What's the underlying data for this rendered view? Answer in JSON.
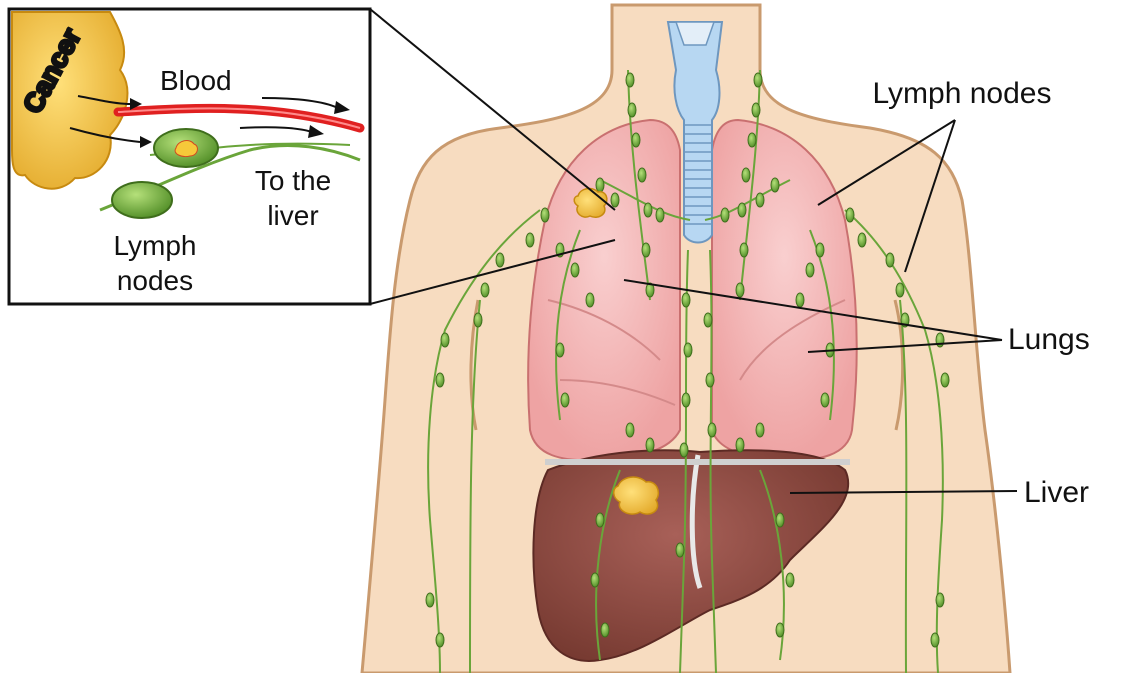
{
  "inset": {
    "cancer": "Cancer",
    "blood": "Blood",
    "to_the_liver_1": "To the",
    "to_the_liver_2": "liver",
    "lymph_nodes_1": "Lymph",
    "lymph_nodes_2": "nodes"
  },
  "labels": {
    "lymph_nodes": "Lymph nodes",
    "lungs": "Lungs",
    "liver": "Liver"
  },
  "colors": {
    "skin": "#f7dcc0",
    "skin_outline": "#c99a6e",
    "lung": "#f3b5b5",
    "lung_outline": "#c97070",
    "liver": "#8a4b44",
    "lymph": "#6aa53a",
    "node": "#8cc152",
    "cancer": "#f6c93a",
    "trachea": "#b7d7f2",
    "blood": "#e02020"
  }
}
